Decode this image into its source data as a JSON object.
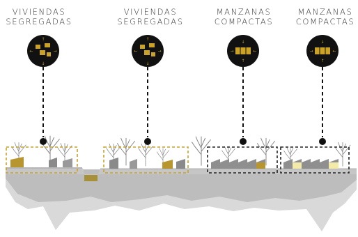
{
  "labels": [
    {
      "line1": "VIVIENDAS",
      "line2": "SEGREGADAS",
      "icon": "dispersed-houses-icon"
    },
    {
      "line1": "VIVIENDAS",
      "line2": "SEGREGADAS",
      "icon": "dispersed-houses-icon"
    },
    {
      "line1": "MANZANAS",
      "line2": "COMPACTAS",
      "icon": "compact-block-icon"
    },
    {
      "line1": "MANZANAS",
      "line2": "COMPACTAS",
      "icon": "compact-block-icon"
    }
  ],
  "colors": {
    "accent_gold": "#c9a227",
    "house_gold": "#b8962f",
    "house_cream": "#f3e9a8",
    "terrain_light": "#d9d9d9",
    "terrain_dark": "#bdbdbd",
    "marker": "#111111"
  }
}
